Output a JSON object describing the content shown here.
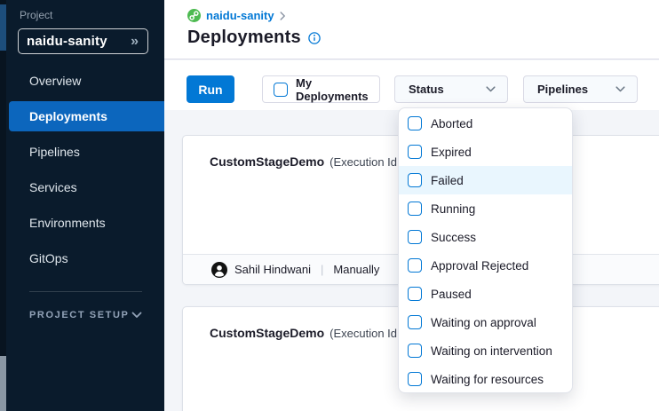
{
  "sidebar": {
    "project_label": "Project",
    "project_name": "naidu-sanity",
    "nav": [
      {
        "label": "Overview",
        "active": false
      },
      {
        "label": "Deployments",
        "active": true
      },
      {
        "label": "Pipelines",
        "active": false
      },
      {
        "label": "Services",
        "active": false
      },
      {
        "label": "Environments",
        "active": false
      },
      {
        "label": "GitOps",
        "active": false
      }
    ],
    "section_label": "PROJECT SETUP"
  },
  "header": {
    "breadcrumb": "naidu-sanity",
    "title": "Deployments"
  },
  "toolbar": {
    "run_label": "Run",
    "my_deployments_label": "My Deployments",
    "status_label": "Status",
    "pipelines_label": "Pipelines"
  },
  "status_menu": {
    "highlighted": "Failed",
    "items": [
      {
        "label": "Aborted",
        "checked": false
      },
      {
        "label": "Expired",
        "checked": false
      },
      {
        "label": "Failed",
        "checked": false
      },
      {
        "label": "Running",
        "checked": false
      },
      {
        "label": "Success",
        "checked": false
      },
      {
        "label": "Approval Rejected",
        "checked": false
      },
      {
        "label": "Paused",
        "checked": false
      },
      {
        "label": "Waiting on approval",
        "checked": false
      },
      {
        "label": "Waiting on intervention",
        "checked": false
      },
      {
        "label": "Waiting for resources",
        "checked": false
      }
    ]
  },
  "cards": [
    {
      "title": "CustomStageDemo",
      "subtitle": "(Execution Id",
      "footer": {
        "user": "Sahil Hindwani",
        "separator": "|",
        "trigger": "Manually"
      }
    },
    {
      "title": "CustomStageDemo",
      "subtitle": "(Execution Id"
    }
  ],
  "colors": {
    "accent_blue": "#0278d5",
    "nav_selected_blue": "#0c66bd",
    "sidebar_bg": "#0a1b2c",
    "menu_highlight": "#e9f6fe",
    "page_bg": "#f3f5f9",
    "cd_module_green": "#4dba51",
    "border": "#d9dae5",
    "text_dark": "#1b1b28"
  }
}
